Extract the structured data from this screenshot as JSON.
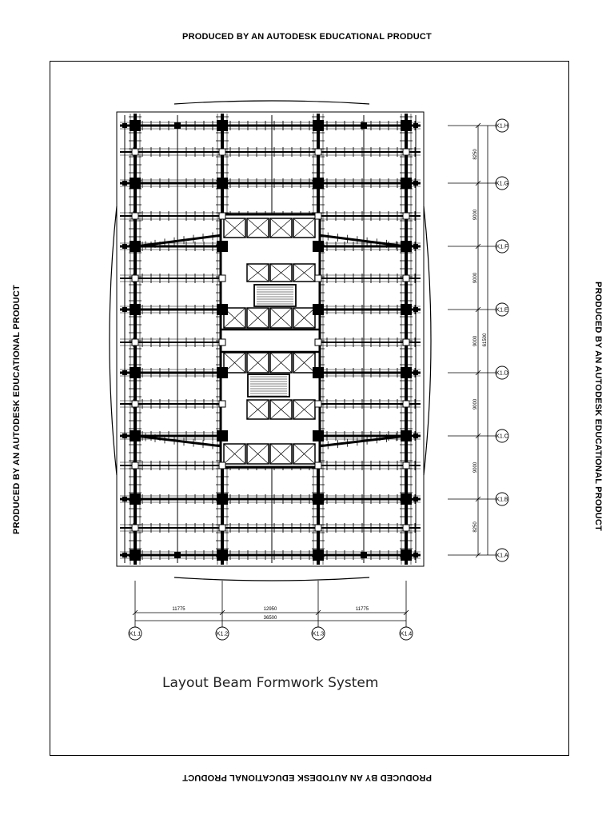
{
  "watermark": {
    "top": "PRODUCED BY AN AUTODESK EDUCATIONAL PRODUCT",
    "bottom": "PRODUCED BY AN AUTODESK EDUCATIONAL PRODUCT",
    "left": "PRODUCED BY AN AUTODESK EDUCATIONAL PRODUCT",
    "right": "PRODUCED BY AN AUTODESK EDUCATIONAL PRODUCT"
  },
  "drawing_title": "Layout Beam Formwork System",
  "grid": {
    "rows": [
      "K1.H",
      "K1.G",
      "K1.F",
      "K1.E",
      "K1.D",
      "K1.C",
      "K1.B",
      "K1.A"
    ],
    "columns": [
      "K1.1",
      "K1.2",
      "K1.3",
      "K1.4"
    ]
  },
  "dimensions": {
    "row_spacings": [
      "8250",
      "9000",
      "9000",
      "9000",
      "9000",
      "9000",
      "8250"
    ],
    "row_total": "61500",
    "column_spacings": [
      "11775",
      "12950",
      "11775"
    ],
    "column_total": "36500"
  }
}
